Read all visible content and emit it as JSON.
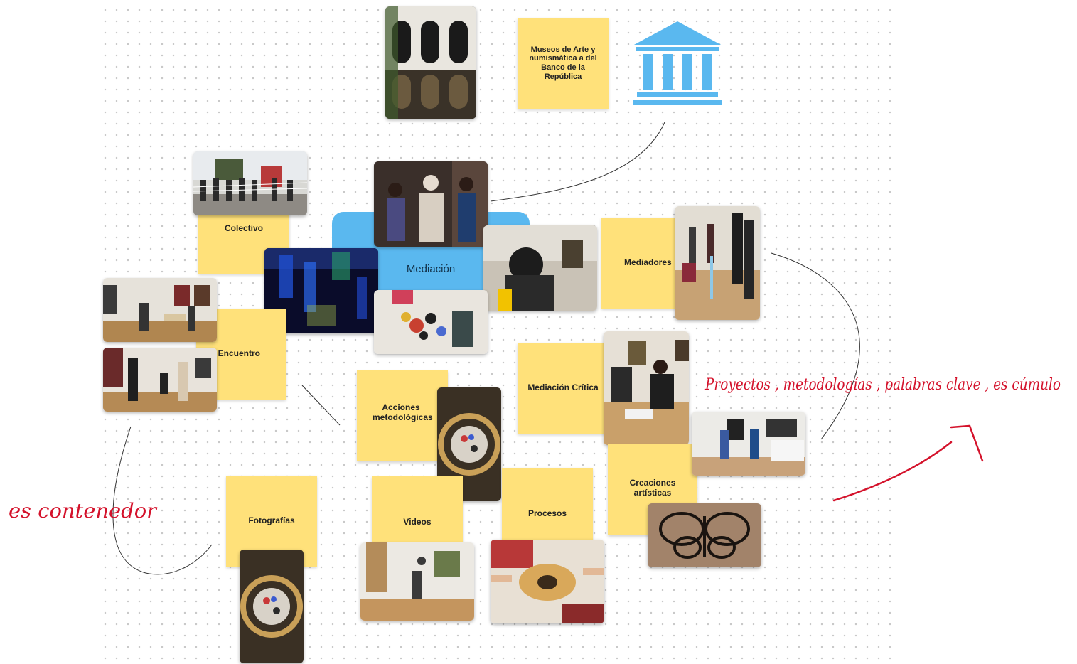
{
  "notes": {
    "museos": "Museos de Arte y numismática a del Banco de la República",
    "colectivo": "Colectivo",
    "encuentro": "Encuentro",
    "mediadores": "Mediadores",
    "mediacion_critica": "Mediación Crítica",
    "acciones": "Acciones metodológicas",
    "fotografias": "Fotografías",
    "videos": "Videos",
    "procesos": "Procesos",
    "creaciones": "Creaciones artísticas"
  },
  "center": {
    "label": "Mediación"
  },
  "icons": {
    "museum": "museum-building-icon"
  },
  "handwriting": {
    "right": "Proyectos , metodologías , palabras clave , es cúmulo",
    "left": "es contenedor"
  },
  "colors": {
    "note": "#ffe17a",
    "center": "#5ab8ef",
    "museum_icon": "#5ab8ef",
    "ink": "#d4122b",
    "connector": "#333333"
  }
}
